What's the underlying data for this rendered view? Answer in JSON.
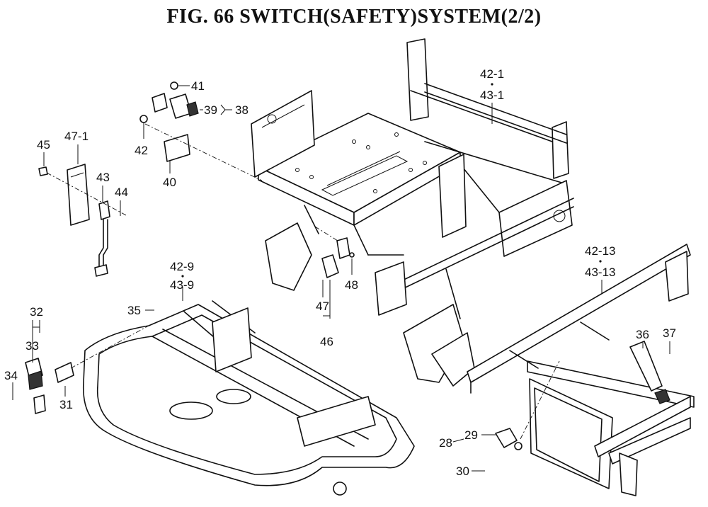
{
  "title": "FIG. 66  SWITCH(SAFETY)SYSTEM(2/2)",
  "callouts": {
    "c41": "41",
    "c39": "39",
    "c38": "38",
    "c42": "42",
    "c40": "40",
    "c45": "45",
    "c47_1": "47-1",
    "c43": "43",
    "c44": "44",
    "c42_1": "42-1",
    "c43_1": "43-1",
    "c42_13": "42-13",
    "c43_13": "43-13",
    "c42_9": "42-9",
    "c43_9": "43-9",
    "c35": "35",
    "c32": "32",
    "c33": "33",
    "c34": "34",
    "c31": "31",
    "c48": "48",
    "c47": "47",
    "c46": "46",
    "c36": "36",
    "c37": "37",
    "c28": "28",
    "c29": "29",
    "c30": "30"
  }
}
